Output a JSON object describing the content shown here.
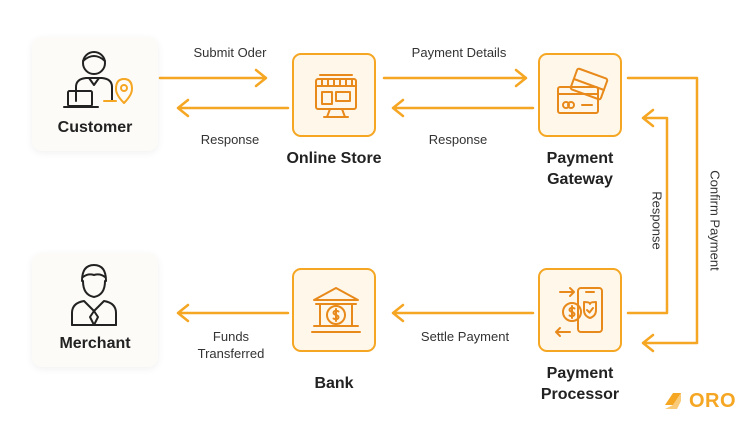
{
  "nodes": {
    "customer": "Customer",
    "online_store": "Online Store",
    "payment_gateway": "Payment Gateway",
    "merchant": "Merchant",
    "bank": "Bank",
    "payment_processor": "Payment Processor"
  },
  "edges": {
    "submit_order": "Submit Oder",
    "response_customer": "Response",
    "payment_details": "Payment Details",
    "response_store": "Response",
    "response_gateway": "Response",
    "confirm_payment": "Confirm Payment",
    "settle_payment": "Settle Payment",
    "funds_transferred": "Funds Transferred"
  },
  "logo": {
    "text": "ORO"
  },
  "colors": {
    "accent": "#f5a623",
    "accent_fill": "#fff8ea",
    "text": "#222222",
    "card": "#fdfbf7"
  }
}
